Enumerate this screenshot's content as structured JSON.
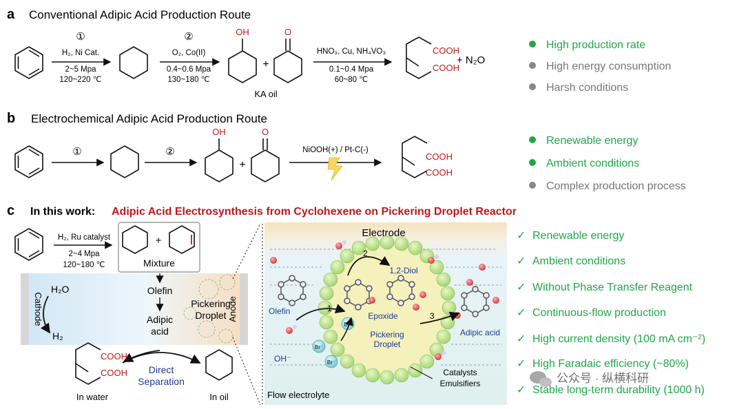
{
  "panel_a": {
    "letter": "a",
    "title": "Conventional Adipic Acid Production Route",
    "step1": {
      "num": "①",
      "reagent": "H₂, Ni Cat.",
      "pressure": "2~5 Mpa",
      "temp": "120~220 ℃"
    },
    "step2": {
      "num": "②",
      "reagent": "O₂, Co(II)",
      "pressure": "0.4~0.6 Mpa",
      "temp": "130~180 ℃"
    },
    "oh": "OH",
    "o": "O",
    "plus": "+",
    "ka_oil": "KA oil",
    "step3": {
      "reagent": "HNO₃, Cu, NH₄VO₃",
      "pressure": "0.1~0.4 Mpa",
      "temp": "60~80 ℃"
    },
    "cooh": "COOH",
    "n2o": "+ N₂O",
    "bullets": [
      {
        "text": "High production rate",
        "color": "#1fa64a"
      },
      {
        "text": "High energy consumption",
        "color": "#888888"
      },
      {
        "text": "Harsh conditions",
        "color": "#888888"
      }
    ]
  },
  "panel_b": {
    "letter": "b",
    "title": "Electrochemical Adipic Acid Production Route",
    "step1": "①",
    "step2": "②",
    "oh": "OH",
    "o": "O",
    "plus": "+",
    "electrodes": "NiOOH(+) / Pt-C(-)",
    "cooh": "COOH",
    "bullets": [
      {
        "text": "Renewable energy",
        "color": "#1fa64a"
      },
      {
        "text": "Ambient conditions",
        "color": "#1fa64a"
      },
      {
        "text": "Complex production process",
        "color": "#888888"
      }
    ]
  },
  "panel_c": {
    "letter": "c",
    "title_prefix": "In this work:",
    "title_main": "Adipic Acid Electrosynthesis from Cyclohexene on Pickering Droplet Reactor",
    "step": {
      "reagent": "H₂, Ru catalyst",
      "pressure": "2~4 Mpa",
      "temp": "120~180 ℃"
    },
    "plus": "+",
    "mixture": "Mixture",
    "cathode": "Cathode",
    "anode": "Anode",
    "h2o": "H₂O",
    "h2": "H₂",
    "olefin": "Olefin",
    "adipic": "Adipic",
    "acid": "acid",
    "pickering": "Pickering",
    "droplet": "Droplet",
    "cooh": "COOH",
    "direct": "Direct",
    "separation": "Separation",
    "in_water": "In water",
    "in_oil": "In oil",
    "zoom": {
      "electrode": "Electrode",
      "diol": "1,2-Diol",
      "olefin": "Olefin",
      "epoxide": "Epoxide",
      "pickering": "Pickering",
      "droplet": "Droplet",
      "adipic_acid": "Adipic acid",
      "oh_minus": "OH⁻",
      "br_minus": "Br⁻",
      "br_dot": "Br•",
      "catalysts": "Catalysts",
      "emulsifiers": "Emulsifiers",
      "flow": "Flow electrolyte",
      "n1": "1",
      "n2": "2",
      "n3": "3"
    },
    "checks": [
      "Renewable energy",
      "Ambient conditions",
      "Without Phase Transfer Reagent",
      "Continuous-flow production",
      "High current density (100 mA cm⁻²)",
      "High Faradaic efficiency (~80%)",
      "Stable long-term durability (1000 h)"
    ],
    "check_mark": "✓"
  },
  "watermark": "公众号 · 纵横科研",
  "colors": {
    "green": "#1fa64a",
    "red": "#c0161c",
    "gray": "#888888",
    "navy": "#1f3a93"
  }
}
